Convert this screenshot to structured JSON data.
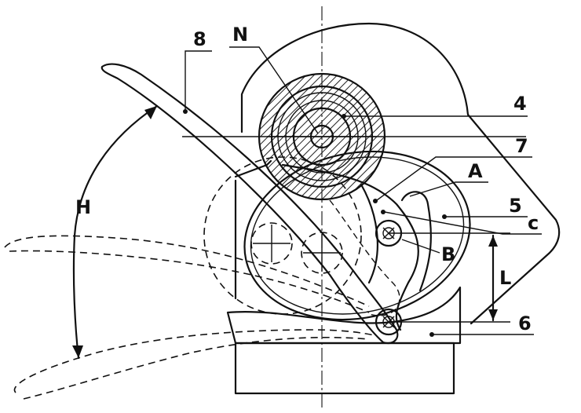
{
  "diagram": {
    "labels": {
      "n": "N",
      "eight": "8",
      "four": "4",
      "seven": "7",
      "a": "A",
      "five": "5",
      "c": "c",
      "b": "B",
      "l": "L",
      "six": "6",
      "h": "H"
    },
    "colors": {
      "ink": "#111111",
      "hatch": "#222222",
      "paper": "#ffffff"
    }
  }
}
